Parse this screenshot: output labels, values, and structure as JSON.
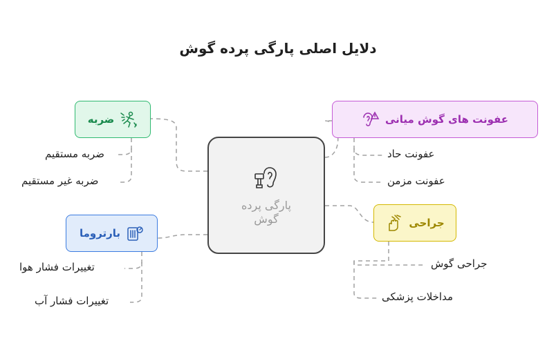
{
  "title": "دلایل اصلی پارگی پرده گوش",
  "center": {
    "label": "پارگی پرده گوش",
    "icon": "ear-with-probe-icon"
  },
  "branches": {
    "infection": {
      "label": "عفونت های گوش میانی",
      "icon": "ear-warning-icon",
      "color": "#c55ad6",
      "leaves": [
        "عفونت حاد",
        "عفونت مزمن"
      ]
    },
    "trauma": {
      "label": "ضربه",
      "icon": "impact-person-icon",
      "color": "#2fb970",
      "leaves": [
        "ضربه مستقیم",
        "ضربه غیر مستقیم"
      ]
    },
    "surgery": {
      "label": "جراحی",
      "icon": "surgery-hand-icon",
      "color": "#d4b800",
      "leaves": [
        "جراحی گوش",
        "مداخلات پزشکی"
      ]
    },
    "barotrauma": {
      "label": "بارتروما",
      "icon": "pressure-gauge-icon",
      "color": "#3b7be0",
      "leaves": [
        "تغییرات فشار هوا",
        "تغییرات فشار آب"
      ]
    }
  }
}
